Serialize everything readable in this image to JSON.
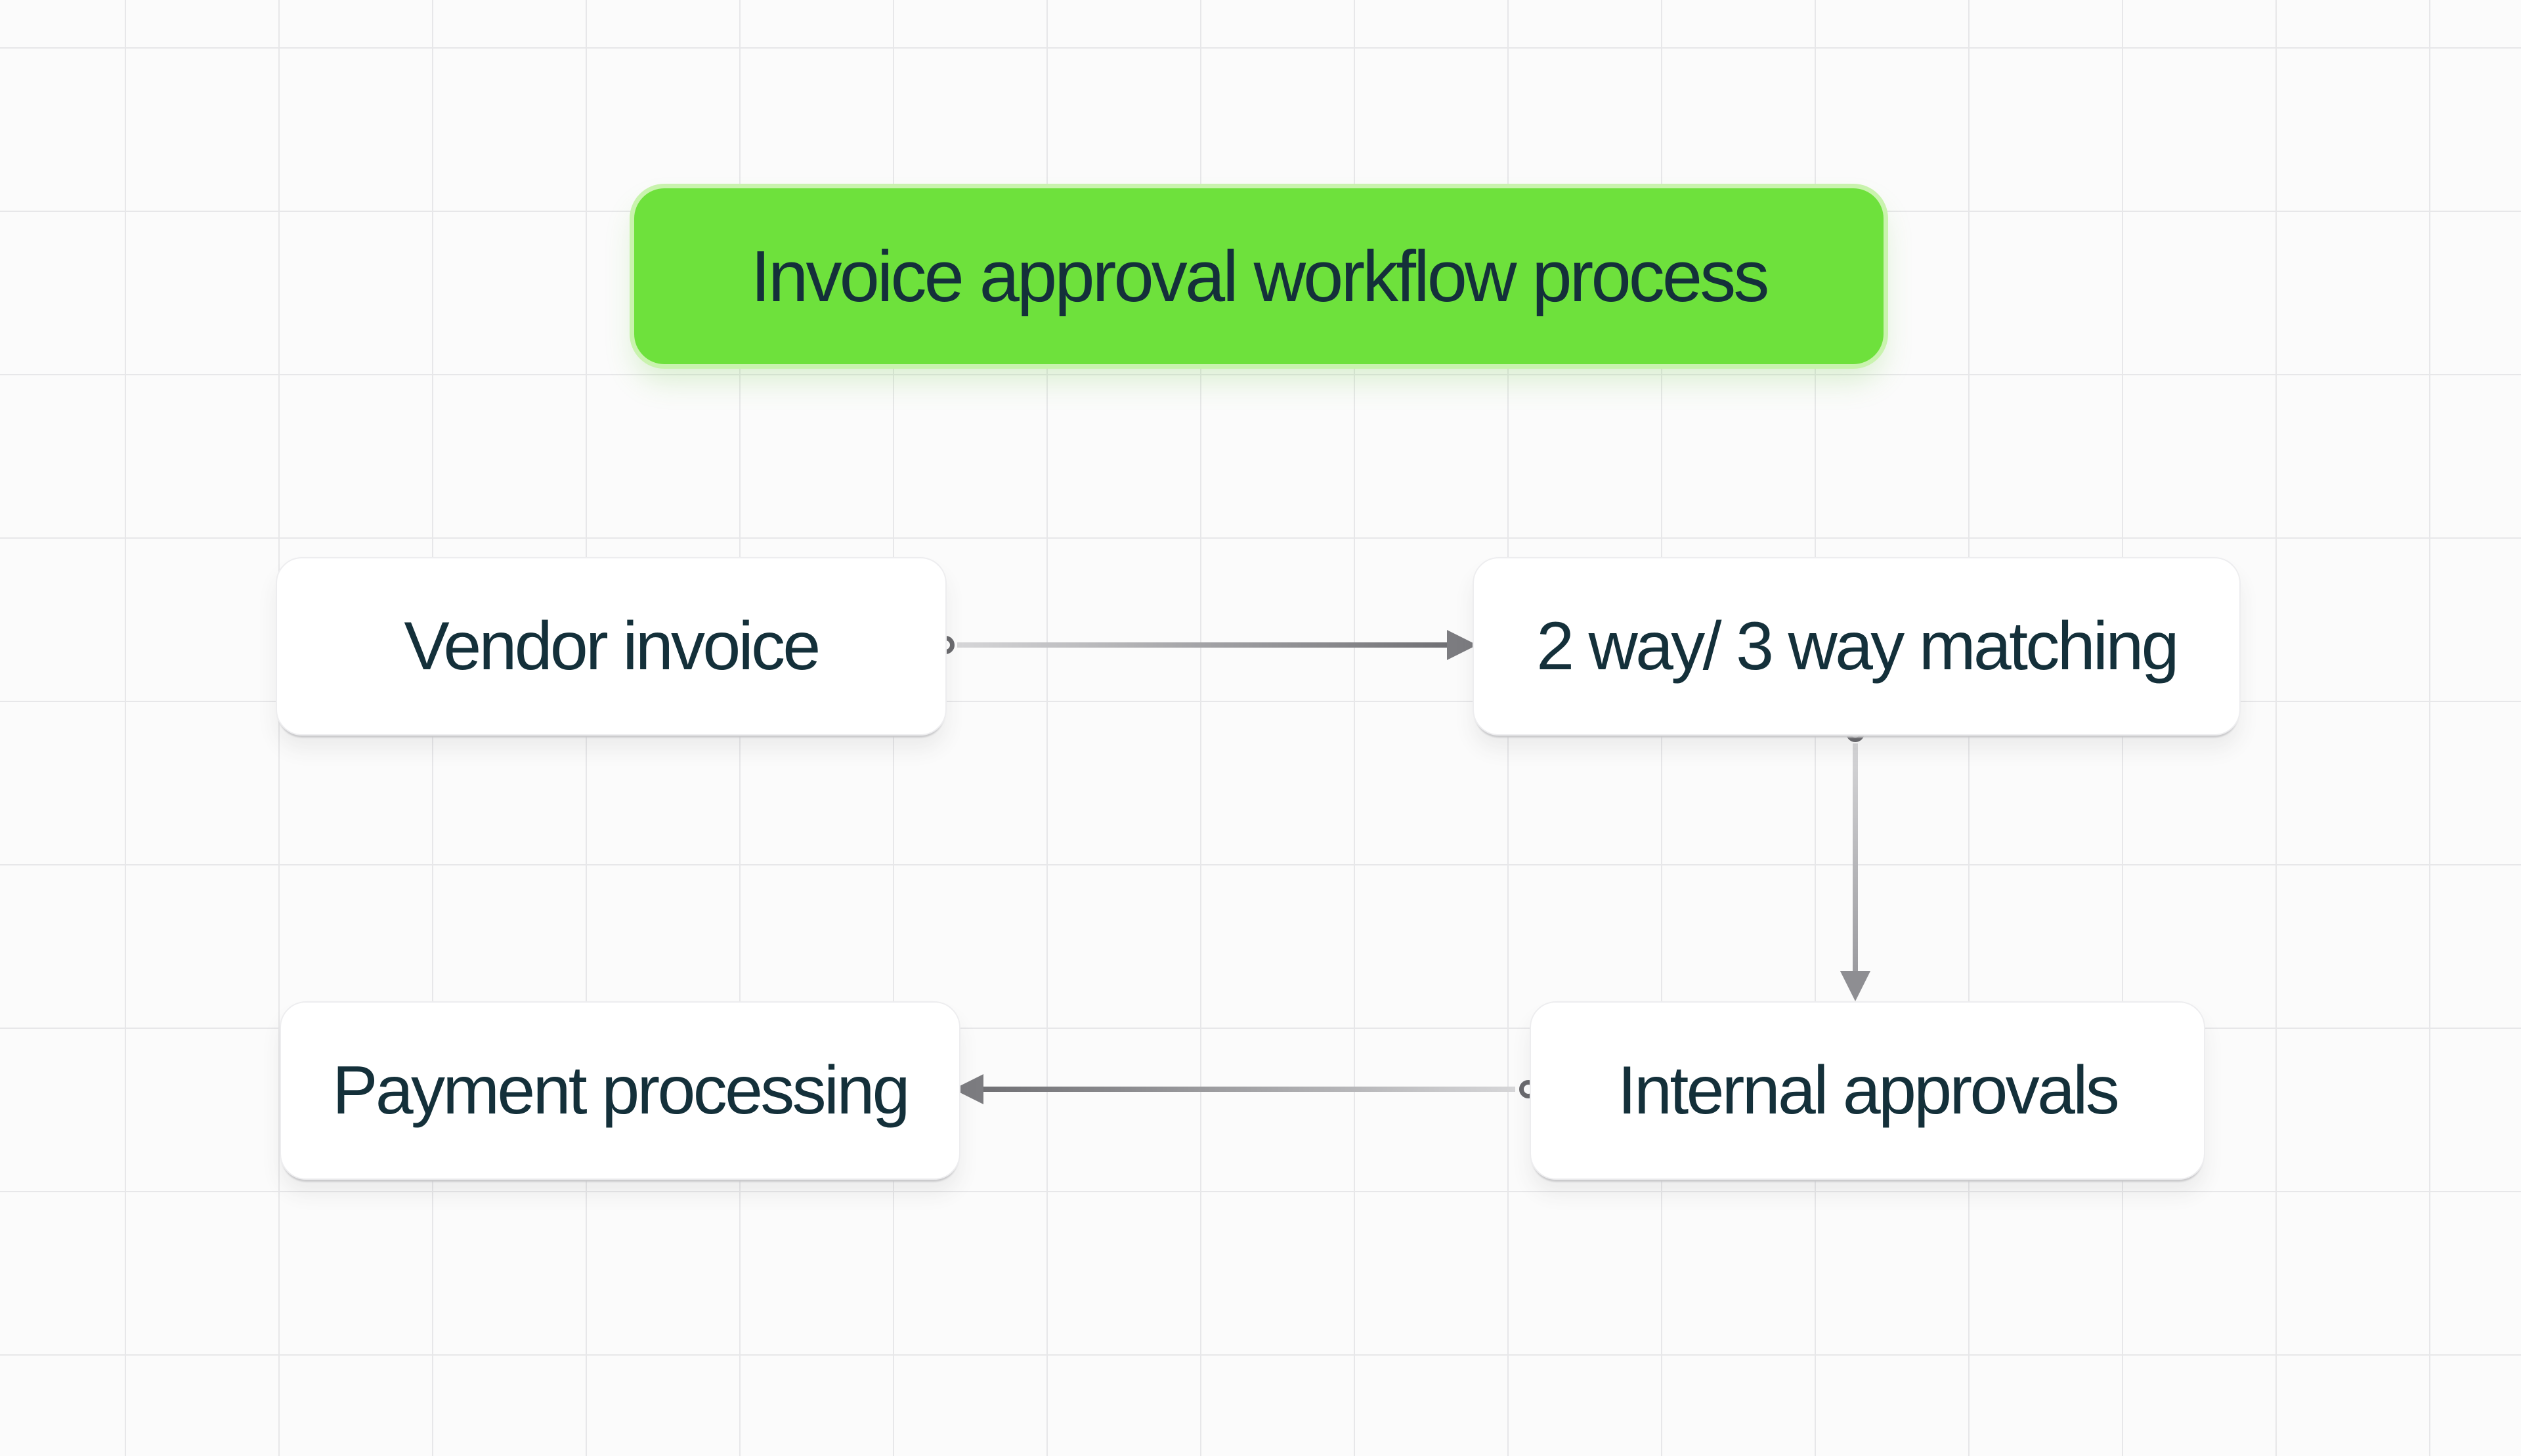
{
  "theme": {
    "canvas_bg": "#fbfbfb",
    "grid_line": "#e7e7e9",
    "title_bg": "#6ee13c",
    "title_glow": "#c9f3ae",
    "text": "#14303a",
    "node_bg": "#ffffff",
    "node_border": "#ededef",
    "node_bottom_shadow": "#c9c9cb",
    "edge_light": "#d6d6d8",
    "edge_dark": "#707074",
    "connector_ring": "#6a6a6e"
  },
  "title_node": {
    "label": "Invoice approval workflow process"
  },
  "nodes": [
    {
      "id": "vendor-invoice",
      "label": "Vendor invoice"
    },
    {
      "id": "two-way-three-way-matching",
      "label": "2 way/ 3 way matching"
    },
    {
      "id": "internal-approvals",
      "label": "Internal approvals"
    },
    {
      "id": "payment-processing",
      "label": "Payment processing"
    }
  ],
  "edges": [
    {
      "id": "vendor-to-matching",
      "from": "vendor-invoice",
      "to": "two-way-three-way-matching",
      "direction": "right"
    },
    {
      "id": "matching-to-internal",
      "from": "two-way-three-way-matching",
      "to": "internal-approvals",
      "direction": "down"
    },
    {
      "id": "internal-to-payment",
      "from": "internal-approvals",
      "to": "payment-processing",
      "direction": "left"
    }
  ]
}
